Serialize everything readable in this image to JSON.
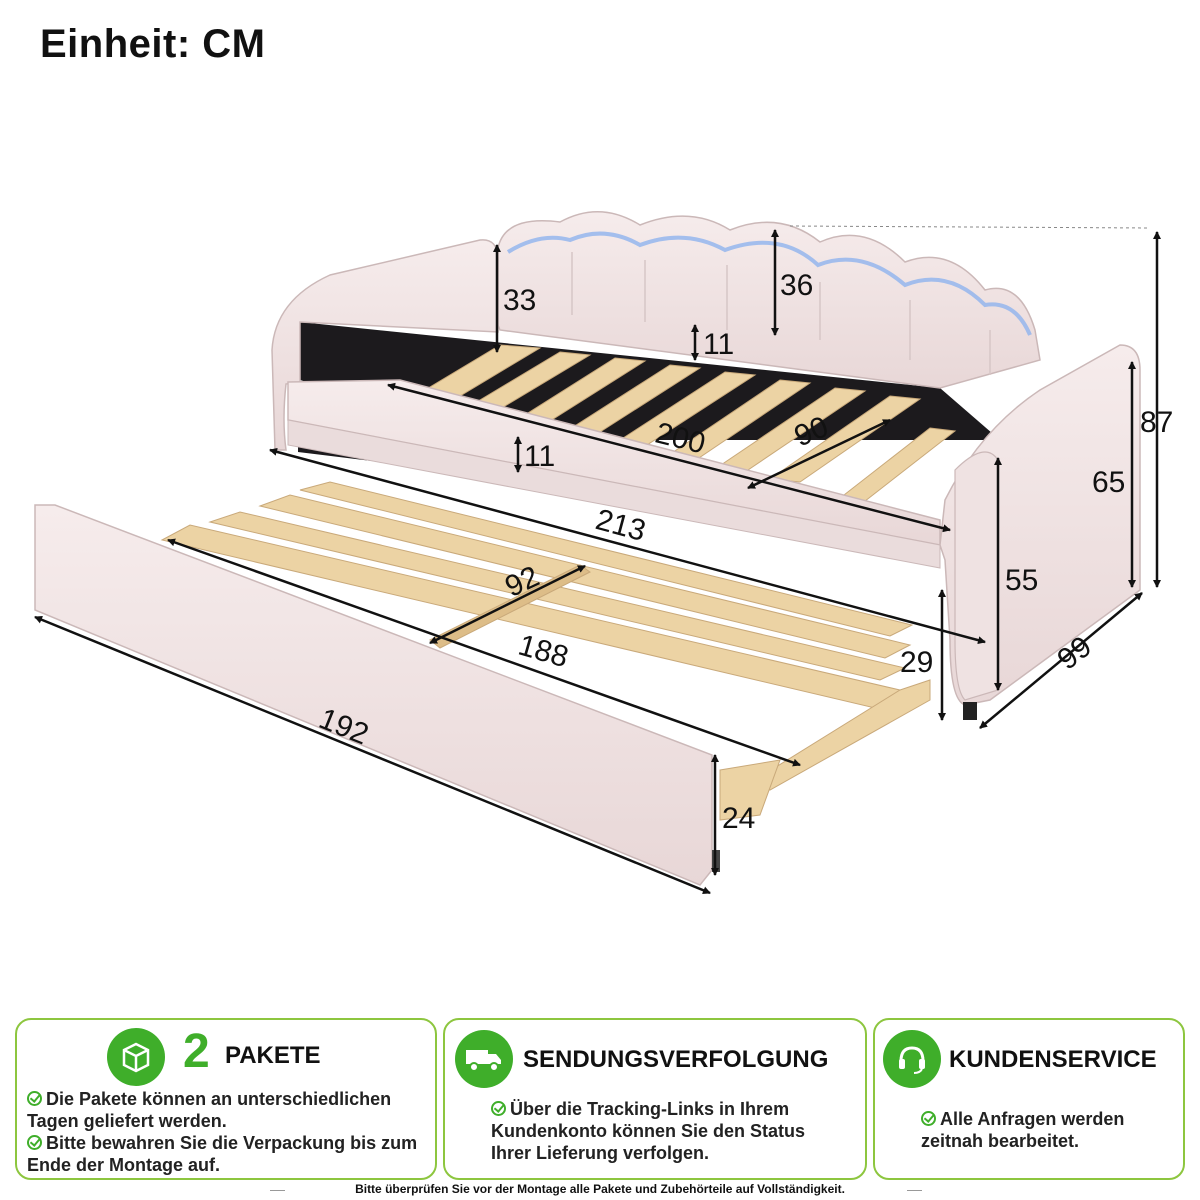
{
  "header": {
    "unit_label": "Einheit: CM"
  },
  "dimensions": {
    "headboard_height": "36",
    "armrest_height": "33",
    "rail_depth_top": "11",
    "rail_depth_front": "11",
    "frame_length": "200",
    "frame_width": "90",
    "total_length": "213",
    "total_height": "87",
    "side_height": "65",
    "seat_height": "55",
    "total_depth": "99",
    "trundle_width": "92",
    "trundle_length": "188",
    "trundle_outer_length": "192",
    "trundle_height": "29",
    "trundle_panel_height": "24"
  },
  "info_boxes": [
    {
      "icon": "package-box-icon",
      "number": "2",
      "title": "PAKETE",
      "bullets": [
        "Die Pakete können an unterschiedlichen Tagen geliefert werden.",
        "Bitte bewahren Sie die Verpackung bis zum Ende der Montage auf."
      ]
    },
    {
      "icon": "delivery-truck-icon",
      "title": "SENDUNGSVERFOLGUNG",
      "bullets": [
        "Über die Tracking-Links in Ihrem Kundenkonto können Sie den Status Ihrer Lieferung verfolgen."
      ]
    },
    {
      "icon": "headset-icon",
      "title": "KUNDENSERVICE",
      "bullets": [
        "Alle Anfragen werden zeitnah bearbeitet."
      ]
    }
  ],
  "footer": {
    "note": "Bitte überprüfen Sie vor der Montage alle Pakete und Zubehörteile auf Vollständigkeit."
  },
  "colors": {
    "accent_green": "#3fae2a",
    "border_green": "#8dc63f",
    "fabric": "#f2e6e6",
    "wood": "#ecd3a4"
  }
}
